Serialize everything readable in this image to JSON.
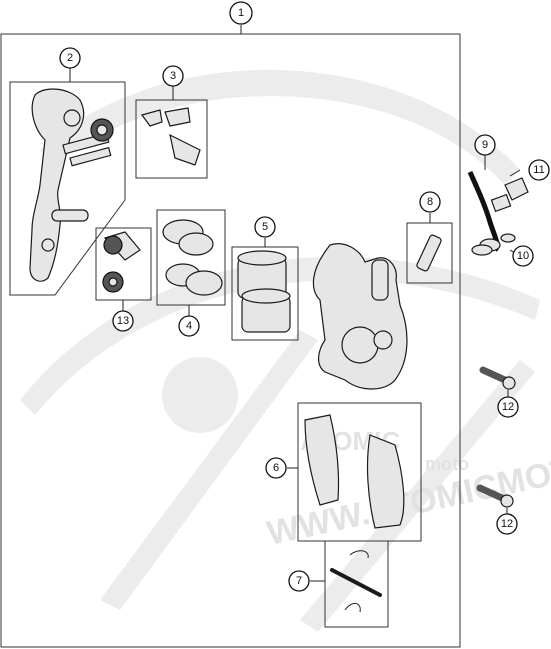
{
  "watermark": {
    "brand_line1": "ATOMIC",
    "brand_line2": "moto",
    "url_text": "WWW.ATOMICMOTO"
  },
  "callouts": [
    {
      "id": "1",
      "label": "1"
    },
    {
      "id": "2",
      "label": "2"
    },
    {
      "id": "3",
      "label": "3"
    },
    {
      "id": "4",
      "label": "4"
    },
    {
      "id": "5",
      "label": "5"
    },
    {
      "id": "6",
      "label": "6"
    },
    {
      "id": "7",
      "label": "7"
    },
    {
      "id": "8",
      "label": "8"
    },
    {
      "id": "9",
      "label": "9"
    },
    {
      "id": "10",
      "label": "10"
    },
    {
      "id": "11",
      "label": "11"
    },
    {
      "id": "12a",
      "label": "12"
    },
    {
      "id": "12b",
      "label": "12"
    },
    {
      "id": "13",
      "label": "13"
    }
  ]
}
